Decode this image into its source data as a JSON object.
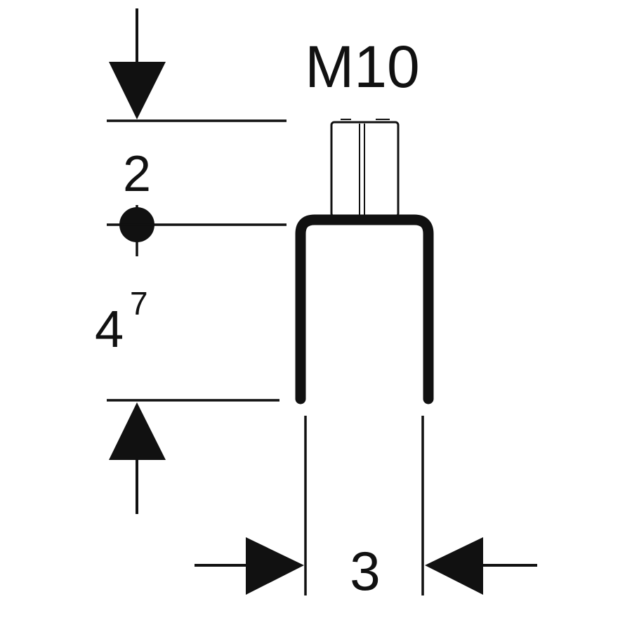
{
  "thread_label": "M10",
  "top_dimension": "2",
  "height_dimension": {
    "base": "4",
    "superscript": "7"
  },
  "width_dimension": "3",
  "colors": {
    "ink": "#111111",
    "background": "#ffffff"
  }
}
